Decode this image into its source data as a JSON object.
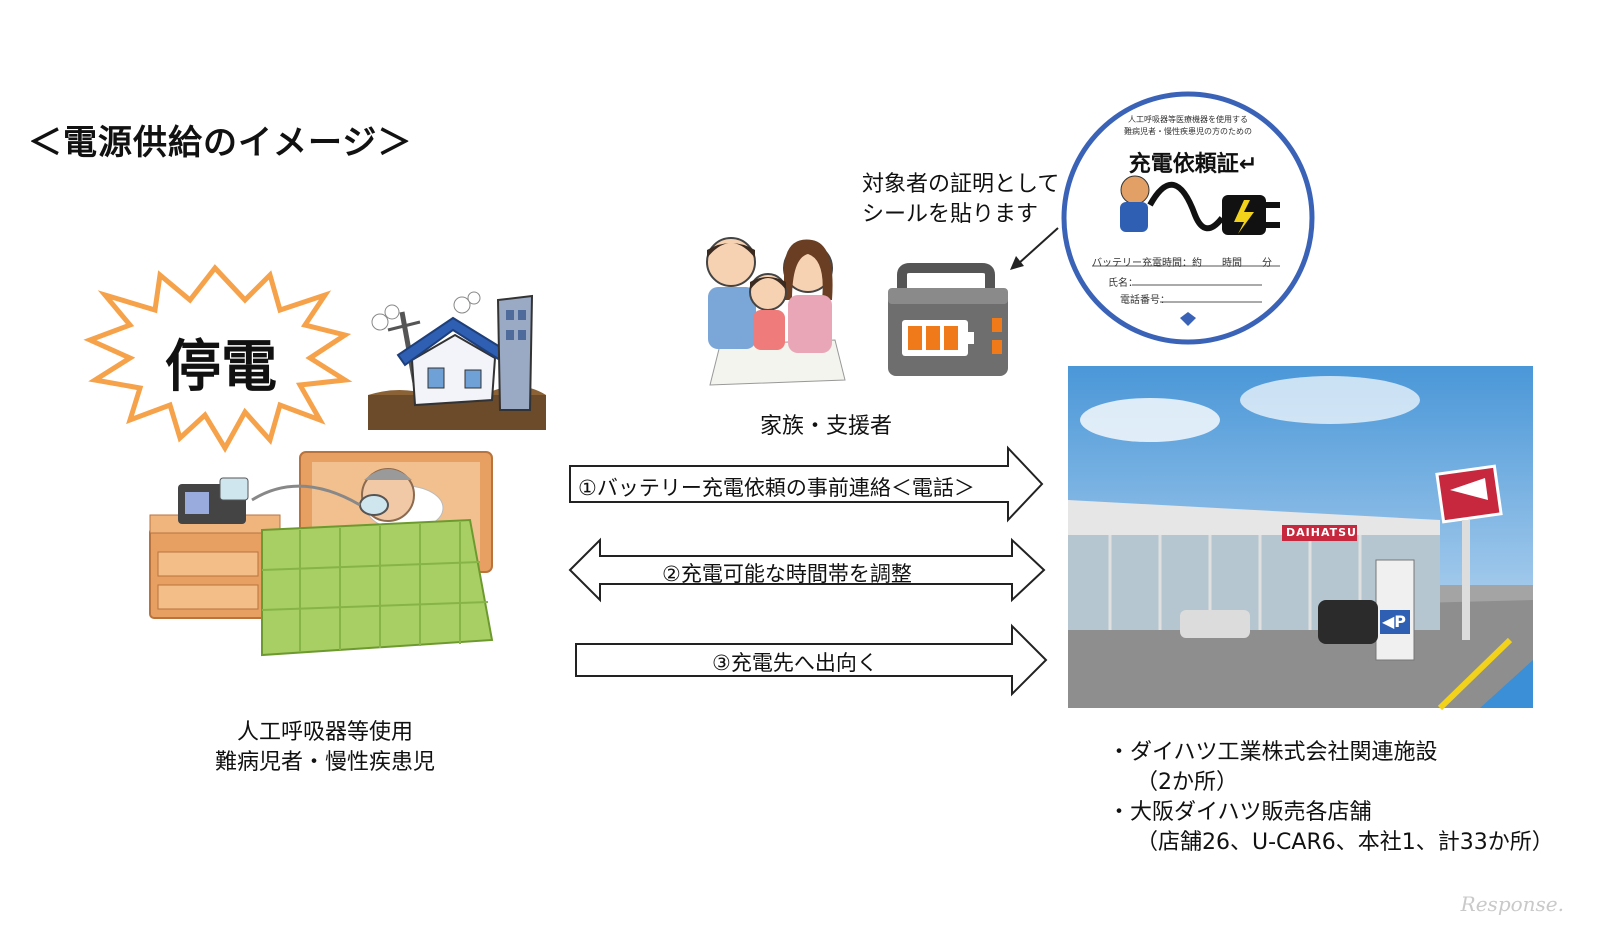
{
  "title": "＜電源供給のイメージ＞",
  "outage_label": "停電",
  "note": [
    "対象者の証明として",
    "シールを貼ります"
  ],
  "family_label": "家族・支援者",
  "patient_label": [
    "人工呼吸器等使用",
    "難病児者・慢性疾患児"
  ],
  "sticker": {
    "small_line1": "人工呼吸器等医療機器を使用する",
    "small_line2": "難病児者・慢性疾患児の方のための",
    "title": "充電依頼証↵",
    "charge_time_line": "バッテリー充電時間：約　　時間　　分",
    "name_line": "氏名：",
    "phone_line": "電話番号："
  },
  "arrows": [
    {
      "label": "①バッテリー充電依頼の事前連絡＜電話＞",
      "direction": "right"
    },
    {
      "label": "②充電可能な時間帯を調整",
      "direction": "both"
    },
    {
      "label": "③充電先へ出向く",
      "direction": "right"
    }
  ],
  "dealership_sign": "DAIHATSU",
  "parking_sign": "◀P",
  "facility_list": [
    "・ダイハツ工業株式会社関連施設",
    "（2か所）",
    "・大阪ダイハツ販売各店舗",
    "（店舗26、U-CAR6、本社1、計33か所）"
  ],
  "watermark": "Response.",
  "colors": {
    "sticker_border": "#3a63b8",
    "battery_body": "#6e6e6e",
    "battery_cells": "#f07a1a",
    "burst_stroke": "#f5a24a",
    "house_roof": "#2f5fb3",
    "bed_frame": "#e8a062",
    "blanket": "#a8cf63",
    "sky": "#4a97d8"
  }
}
